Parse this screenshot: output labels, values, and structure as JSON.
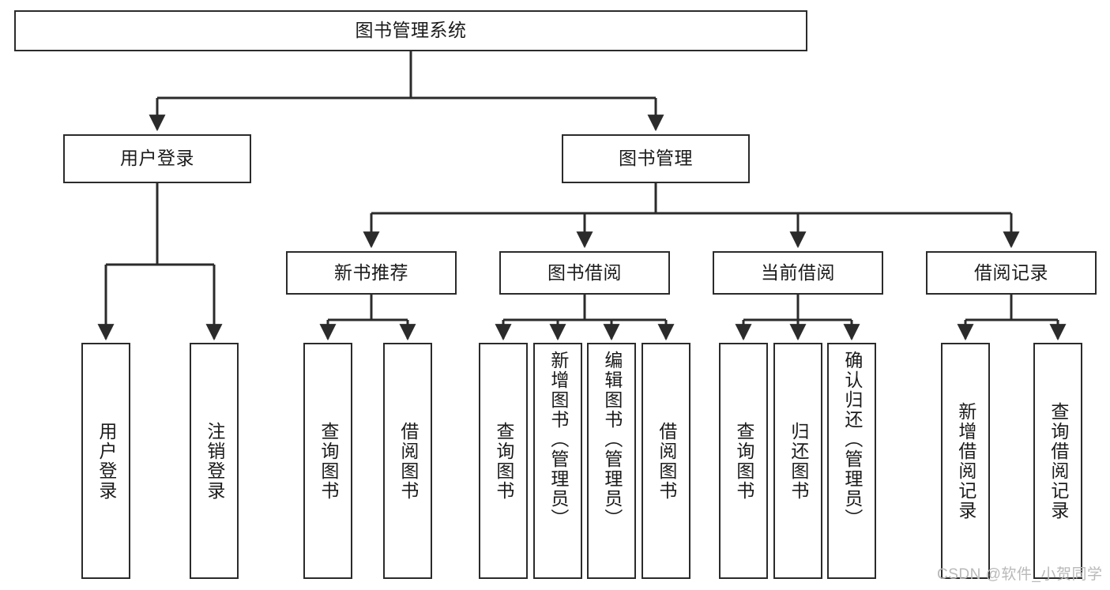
{
  "diagram": {
    "title": "图书管理系统",
    "type": "tree-hierarchy",
    "watermark": "CSDN @软件_小贺同学",
    "colors": {
      "box_border": "#2b2b2b",
      "box_fill": "#ffffff",
      "edge": "#2b2b2b",
      "text": "#1b1b1b",
      "watermark": "#b9b9b9",
      "background": "#ffffff"
    },
    "nodes": {
      "root": {
        "label": "图书管理系统"
      },
      "level1": [
        {
          "id": "user-login",
          "label": "用户登录"
        },
        {
          "id": "book-management",
          "label": "图书管理"
        }
      ],
      "level2": [
        {
          "id": "new-book-recommend",
          "label": "新书推荐"
        },
        {
          "id": "book-borrow",
          "label": "图书借阅"
        },
        {
          "id": "current-borrow",
          "label": "当前借阅"
        },
        {
          "id": "borrow-record",
          "label": "借阅记录"
        }
      ],
      "leaves": {
        "user-login": [
          {
            "id": "leaf-user-login",
            "label": "用户登录"
          },
          {
            "id": "leaf-logout-login",
            "label": "注销登录"
          }
        ],
        "new-book-recommend": [
          {
            "id": "leaf-query-book-1",
            "label": "查询图书"
          },
          {
            "id": "leaf-borrow-book-1",
            "label": "借阅图书"
          }
        ],
        "book-borrow": [
          {
            "id": "leaf-query-book-2",
            "label": "查询图书"
          },
          {
            "id": "leaf-add-book",
            "label": "新增图书（管理员）"
          },
          {
            "id": "leaf-edit-book",
            "label": "编辑图书（管理员）"
          },
          {
            "id": "leaf-borrow-book-2",
            "label": "借阅图书"
          }
        ],
        "current-borrow": [
          {
            "id": "leaf-query-book-3",
            "label": "查询图书"
          },
          {
            "id": "leaf-return-book",
            "label": "归还图书"
          },
          {
            "id": "leaf-confirm-return",
            "label": "确认归还（管理员）"
          }
        ],
        "borrow-record": [
          {
            "id": "leaf-add-borrow-record",
            "label": "新增借阅记录"
          },
          {
            "id": "leaf-query-borrow-record",
            "label": "查询借阅记录"
          }
        ]
      }
    }
  }
}
